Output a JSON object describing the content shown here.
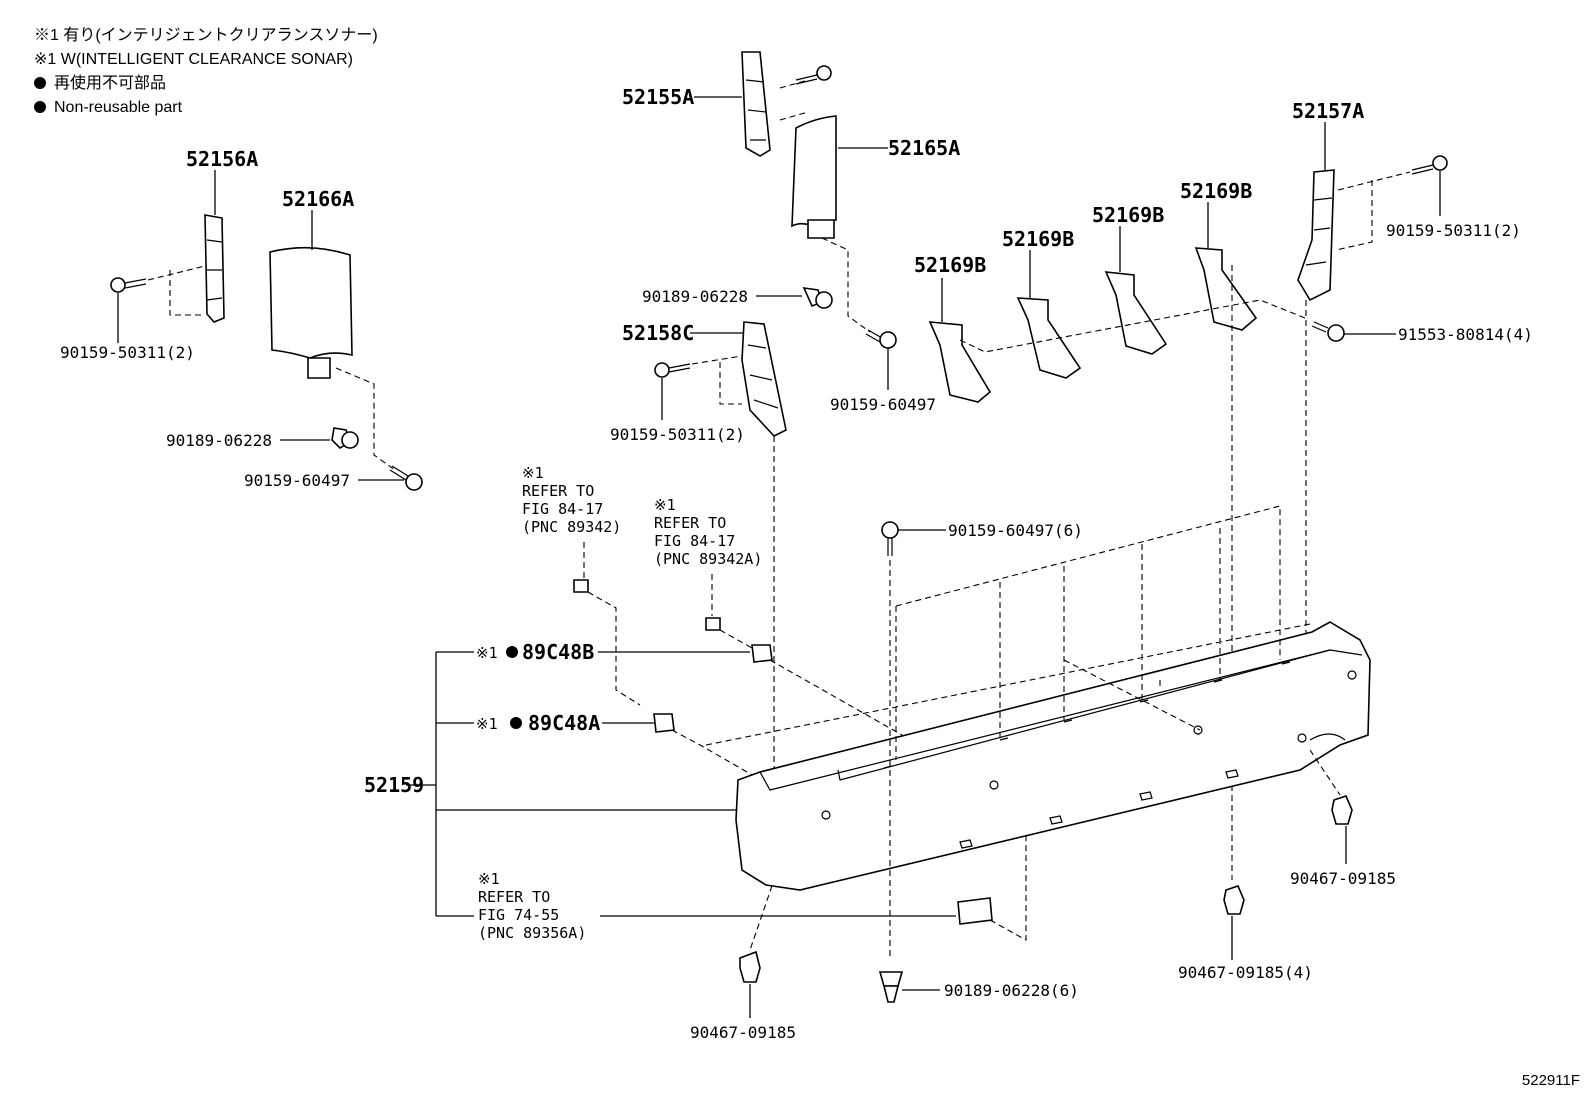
{
  "legend": {
    "note_jp": "※1 有り(インテリジェントクリアランスソナー)",
    "note_en": "※1 W(INTELLIGENT CLEARANCE SONAR)",
    "nonreusable_jp": "再使用不可部品",
    "nonreusable_en": "Non-reusable part"
  },
  "labels": {
    "p52156A": "52156A",
    "p52166A": "52166A",
    "p52155A": "52155A",
    "p52165A": "52165A",
    "p52157A": "52157A",
    "p52158C": "52158C",
    "p52169B_1": "52169B",
    "p52169B_2": "52169B",
    "p52169B_3": "52169B",
    "p52169B_4": "52169B",
    "p52159": "52159",
    "p89C48B": "89C48B",
    "p89C48A": "89C48A",
    "mark_x1": "※1",
    "b90159_50311_left": "90159-50311(2)",
    "b90159_50311_mid": "90159-50311(2)",
    "b90159_50311_right": "90159-50311(2)",
    "c90189_06228_left": "90189-06228",
    "c90189_06228_mid": "90189-06228",
    "b90159_60497_left": "90159-60497",
    "b90159_60497_mid": "90159-60497",
    "b90159_60497_6": "90159-60497(6)",
    "b91553_80814": "91553-80814(4)",
    "c90467_09185_right": "90467-09185",
    "c90467_09185_bottom": "90467-09185",
    "c90467_09185_4": "90467-09185(4)",
    "c90189_06228_6": "90189-06228(6)"
  },
  "refs": {
    "ref1": {
      "mark": "※1",
      "line1": "REFER TO",
      "line2": "FIG 84-17",
      "line3": "(PNC 89342)"
    },
    "ref2": {
      "mark": "※1",
      "line1": "REFER TO",
      "line2": "FIG 84-17",
      "line3": "(PNC 89342A)"
    },
    "ref3": {
      "mark": "※1",
      "line1": "REFER TO",
      "line2": "FIG 74-55",
      "line3": "(PNC 89356A)"
    }
  },
  "diagram_id": "522911F"
}
